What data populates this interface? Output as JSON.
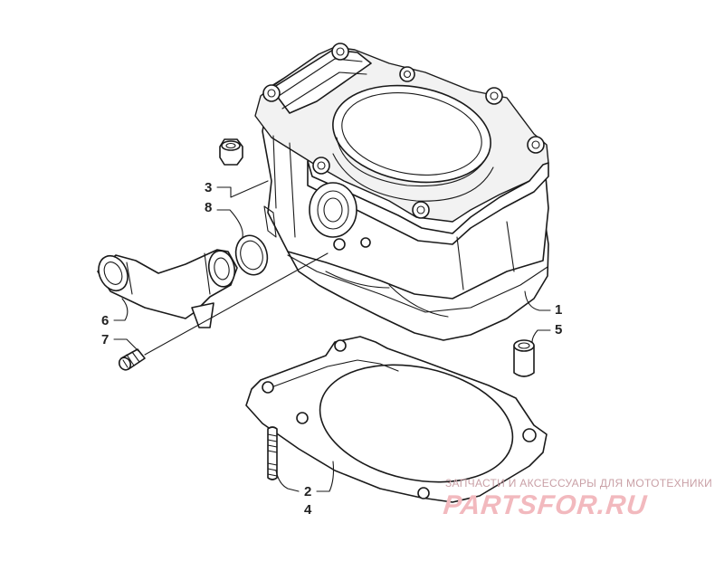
{
  "callouts": {
    "c1": "1",
    "c5": "5",
    "c3": "3",
    "c8": "8",
    "c6": "6",
    "c7": "7",
    "c2": "2",
    "c4": "4"
  },
  "watermark": {
    "tagline": "ЗАПЧАСТИ И АКСЕССУАРЫ ДЛЯ МОТОТЕХНИКИ",
    "brand": "PARTSFOR.RU"
  }
}
